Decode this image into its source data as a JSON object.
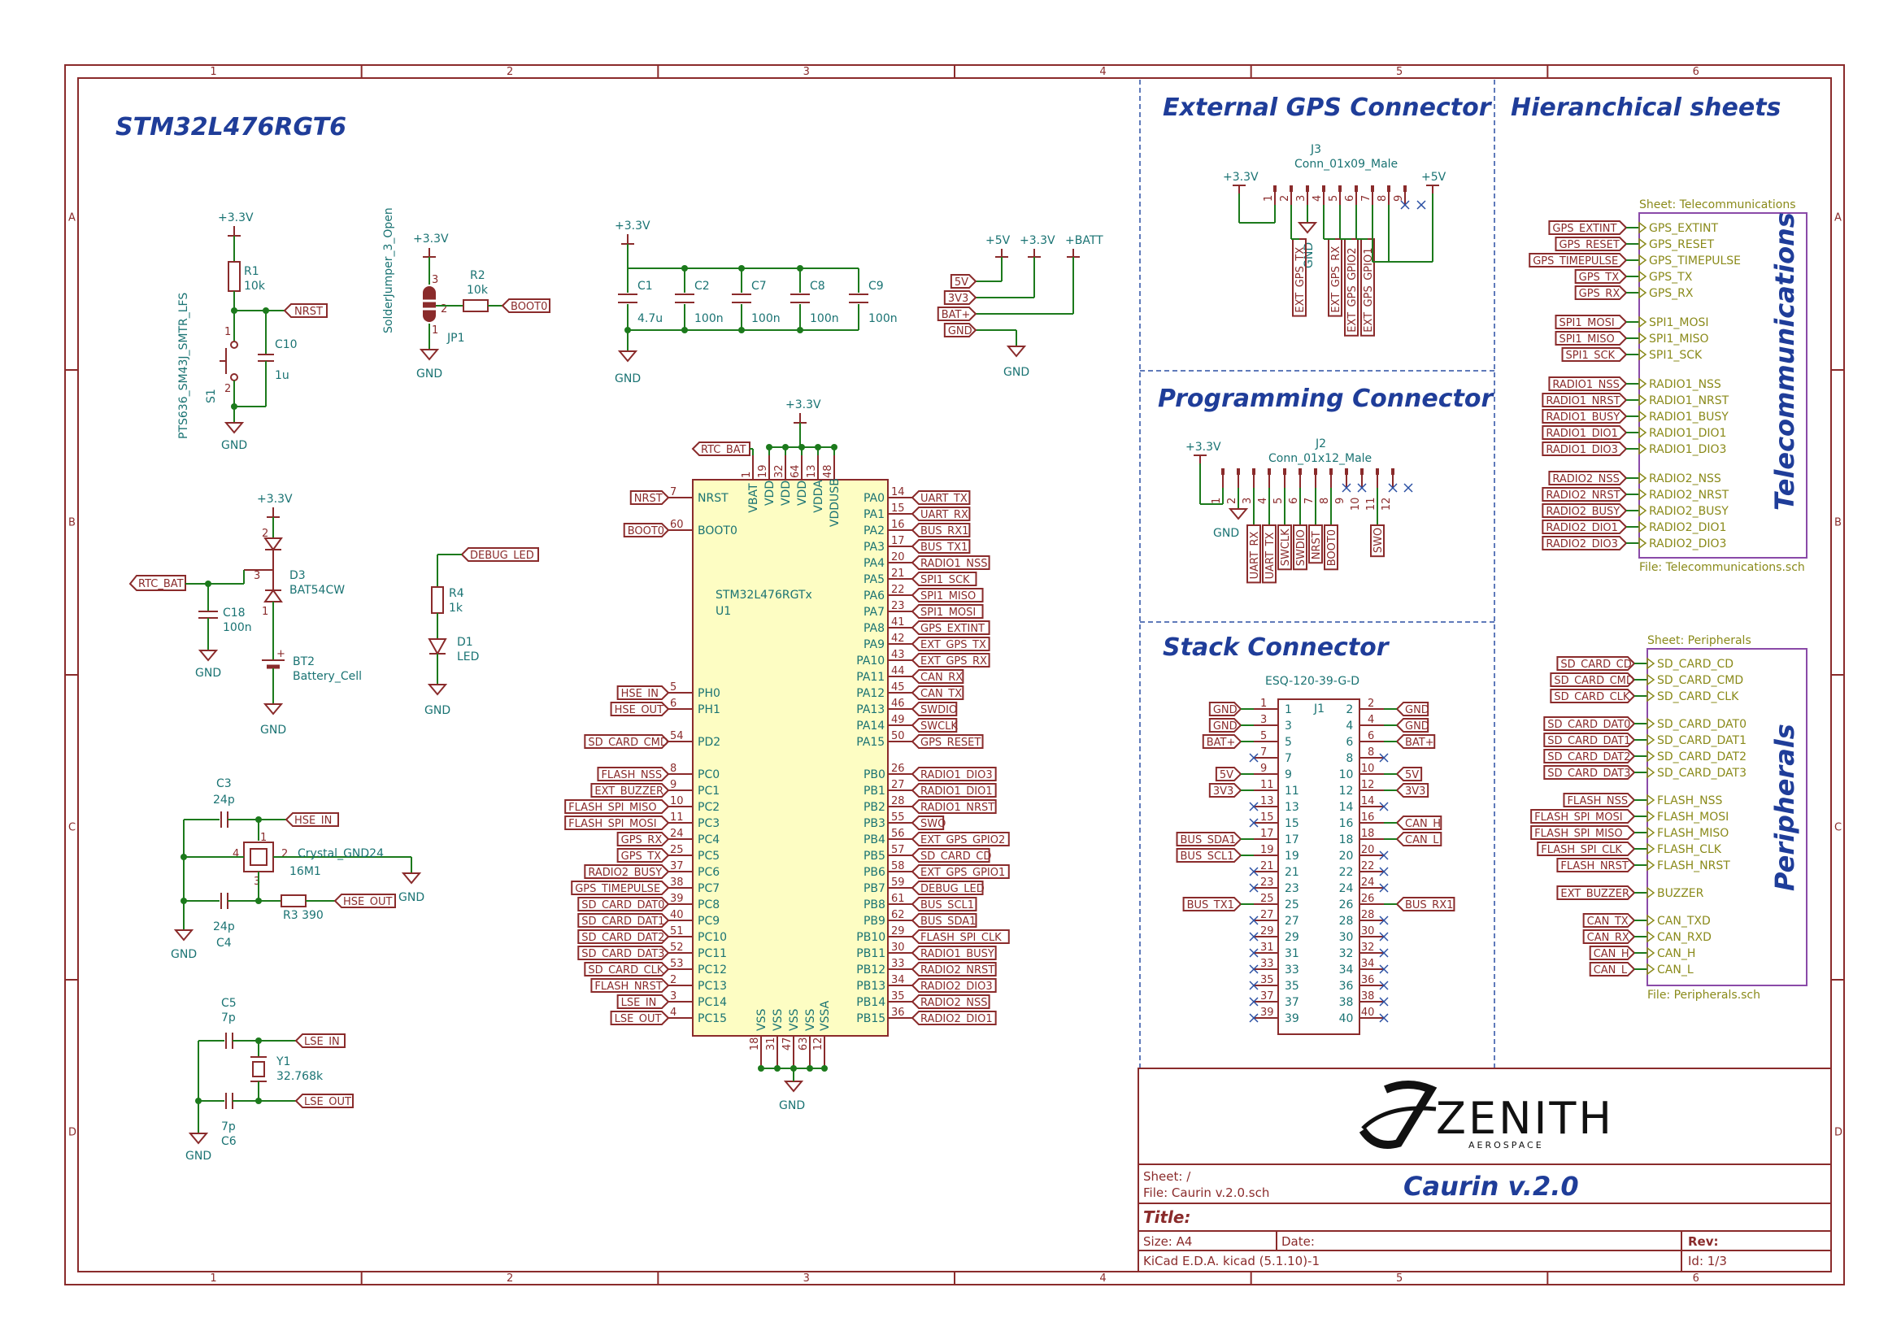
{
  "sheet": {
    "cols": [
      "1",
      "2",
      "3",
      "4",
      "5",
      "6"
    ],
    "rows": [
      "A",
      "B",
      "C",
      "D"
    ]
  },
  "sections": {
    "mcu": "STM32L476RGT6",
    "gps": "External GPS Connector",
    "prog": "Programming Connector",
    "stack": "Stack Connector",
    "hier": "Hieranchical sheets"
  },
  "power": {
    "p33": "+3.3V",
    "p5": "+5V",
    "pbatt": "+BATT",
    "gnd": "GND"
  },
  "reset": {
    "r1_ref": "R1",
    "r1_val": "10k",
    "c10_ref": "C10",
    "c10_val": "1u",
    "s1_ref": "S1",
    "s1_val": "PTS636_SM43J_SMTR_LFS",
    "net": "NRST"
  },
  "boot": {
    "jp_ref": "JP1",
    "jp_val": "SolderJumper_3_Open",
    "r2_ref": "R2",
    "r2_val": "10k",
    "net": "BOOT0"
  },
  "decoupling": {
    "caps": [
      {
        "ref": "C1",
        "val": "4.7u"
      },
      {
        "ref": "C2",
        "val": "100n"
      },
      {
        "ref": "C7",
        "val": "100n"
      },
      {
        "ref": "C8",
        "val": "100n"
      },
      {
        "ref": "C9",
        "val": "100n"
      }
    ]
  },
  "pwrconn": {
    "labels": [
      "5V",
      "3V3",
      "BAT+",
      "GND"
    ]
  },
  "rtc": {
    "net": "RTC_BAT",
    "d3_ref": "D3",
    "d3_val": "BAT54CW",
    "c18_ref": "C18",
    "c18_val": "100n",
    "bt2_ref": "BT2",
    "bt2_val": "Battery_Cell"
  },
  "led": {
    "net": "DEBUG_LED",
    "r4_ref": "R4",
    "r4_val": "1k",
    "d1_ref": "D1",
    "d1_val": "LED"
  },
  "hse": {
    "c3_ref": "C3",
    "c3_val": "24p",
    "c4_ref": "C4",
    "c4_val": "24p",
    "y_ref": "Crystal_GND24",
    "y_val": "16M1",
    "r3": "R3 390",
    "in": "HSE_IN",
    "out": "HSE_OUT"
  },
  "lse": {
    "c5_ref": "C5",
    "c5_val": "7p",
    "c6_ref": "C6",
    "c6_val": "7p",
    "y1_ref": "Y1",
    "y1_val": "32.768k",
    "in": "LSE_IN",
    "out": "LSE_OUT"
  },
  "mcu": {
    "ref": "U1",
    "val": "STM32L476RGTx",
    "top_pins": [
      {
        "num": "1",
        "name": "VBAT"
      },
      {
        "num": "19",
        "name": "VDD"
      },
      {
        "num": "32",
        "name": "VDD"
      },
      {
        "num": "64",
        "name": "VDD"
      },
      {
        "num": "13",
        "name": "VDDA"
      },
      {
        "num": "48",
        "name": "VDDUSB"
      }
    ],
    "bottom_pins": [
      {
        "num": "18",
        "name": "VSS"
      },
      {
        "num": "31",
        "name": "VSS"
      },
      {
        "num": "47",
        "name": "VSS"
      },
      {
        "num": "63",
        "name": "VSS"
      },
      {
        "num": "12",
        "name": "VSSA"
      }
    ],
    "left_pins": [
      {
        "num": "7",
        "name": "NRST",
        "net": "NRST"
      },
      {
        "num": "60",
        "name": "BOOT0",
        "net": "BOOT0"
      },
      {
        "num": "5",
        "name": "PH0",
        "net": "HSE_IN"
      },
      {
        "num": "6",
        "name": "PH1",
        "net": "HSE_OUT"
      },
      {
        "num": "54",
        "name": "PD2",
        "net": "SD_CARD_CMD"
      },
      {
        "num": "8",
        "name": "PC0",
        "net": "FLASH_NSS"
      },
      {
        "num": "9",
        "name": "PC1",
        "net": "EXT_BUZZER"
      },
      {
        "num": "10",
        "name": "PC2",
        "net": "FLASH_SPI_MISO"
      },
      {
        "num": "11",
        "name": "PC3",
        "net": "FLASH_SPI_MOSI"
      },
      {
        "num": "24",
        "name": "PC4",
        "net": "GPS_RX"
      },
      {
        "num": "25",
        "name": "PC5",
        "net": "GPS_TX"
      },
      {
        "num": "37",
        "name": "PC6",
        "net": "RADIO2_BUSY"
      },
      {
        "num": "38",
        "name": "PC7",
        "net": "GPS_TIMEPULSE"
      },
      {
        "num": "39",
        "name": "PC8",
        "net": "SD_CARD_DAT0"
      },
      {
        "num": "40",
        "name": "PC9",
        "net": "SD_CARD_DAT1"
      },
      {
        "num": "51",
        "name": "PC10",
        "net": "SD_CARD_DAT2"
      },
      {
        "num": "52",
        "name": "PC11",
        "net": "SD_CARD_DAT3"
      },
      {
        "num": "53",
        "name": "PC12",
        "net": "SD_CARD_CLK"
      },
      {
        "num": "2",
        "name": "PC13",
        "net": "FLASH_NRST"
      },
      {
        "num": "3",
        "name": "PC14",
        "net": "LSE_IN"
      },
      {
        "num": "4",
        "name": "PC15",
        "net": "LSE_OUT"
      }
    ],
    "right_pins": [
      {
        "num": "14",
        "name": "PA0",
        "net": "UART_TX"
      },
      {
        "num": "15",
        "name": "PA1",
        "net": "UART_RX"
      },
      {
        "num": "16",
        "name": "PA2",
        "net": "BUS_RX1"
      },
      {
        "num": "17",
        "name": "PA3",
        "net": "BUS_TX1"
      },
      {
        "num": "20",
        "name": "PA4",
        "net": "RADIO1_NSS"
      },
      {
        "num": "21",
        "name": "PA5",
        "net": "SPI1_SCK"
      },
      {
        "num": "22",
        "name": "PA6",
        "net": "SPI1_MISO"
      },
      {
        "num": "23",
        "name": "PA7",
        "net": "SPI1_MOSI"
      },
      {
        "num": "41",
        "name": "PA8",
        "net": "GPS_EXTINT"
      },
      {
        "num": "42",
        "name": "PA9",
        "net": "EXT_GPS_TX"
      },
      {
        "num": "43",
        "name": "PA10",
        "net": "EXT_GPS_RX"
      },
      {
        "num": "44",
        "name": "PA11",
        "net": "CAN_RX"
      },
      {
        "num": "45",
        "name": "PA12",
        "net": "CAN_TX"
      },
      {
        "num": "46",
        "name": "PA13",
        "net": "SWDIO"
      },
      {
        "num": "49",
        "name": "PA14",
        "net": "SWCLK"
      },
      {
        "num": "50",
        "name": "PA15",
        "net": "GPS_RESET"
      },
      {
        "num": "26",
        "name": "PB0",
        "net": "RADIO1_DIO3"
      },
      {
        "num": "27",
        "name": "PB1",
        "net": "RADIO1_DIO1"
      },
      {
        "num": "28",
        "name": "PB2",
        "net": "RADIO1_NRST"
      },
      {
        "num": "55",
        "name": "PB3",
        "net": "SWO"
      },
      {
        "num": "56",
        "name": "PB4",
        "net": "EXT_GPS_GPIO2"
      },
      {
        "num": "57",
        "name": "PB5",
        "net": "SD_CARD_CD"
      },
      {
        "num": "58",
        "name": "PB6",
        "net": "EXT_GPS_GPIO1"
      },
      {
        "num": "59",
        "name": "PB7",
        "net": "DEBUG_LED"
      },
      {
        "num": "61",
        "name": "PB8",
        "net": "BUS_SCL1"
      },
      {
        "num": "62",
        "name": "PB9",
        "net": "BUS_SDA1"
      },
      {
        "num": "29",
        "name": "PB10",
        "net": "FLASH_SPI_CLK"
      },
      {
        "num": "30",
        "name": "PB11",
        "net": "RADIO1_BUSY"
      },
      {
        "num": "33",
        "name": "PB12",
        "net": "RADIO2_NRST"
      },
      {
        "num": "34",
        "name": "PB13",
        "net": "RADIO2_DIO3"
      },
      {
        "num": "35",
        "name": "PB14",
        "net": "RADIO2_NSS"
      },
      {
        "num": "36",
        "name": "PB15",
        "net": "RADIO2_DIO1"
      }
    ]
  },
  "gpsconn": {
    "ref": "J3",
    "val": "Conn_01x09_Male",
    "pins": [
      "1",
      "2",
      "3",
      "4",
      "5",
      "6",
      "7",
      "8",
      "9"
    ],
    "labels": [
      "EXT_GPS_TX",
      "EXT_GPS_RX",
      "EXT_GPS_GPIO2",
      "EXT_GPS_GPIO1"
    ]
  },
  "progconn": {
    "ref": "J2",
    "val": "Conn_01x12_Male",
    "pins": [
      "1",
      "2",
      "3",
      "4",
      "5",
      "6",
      "7",
      "8",
      "9",
      "10",
      "11",
      "12"
    ],
    "labels": [
      "UART_RX",
      "UART_TX",
      "SWCLK",
      "SWDIO",
      "NRST",
      "BOOT0",
      "SWO"
    ]
  },
  "stackconn": {
    "ref": "J1",
    "val": "ESQ-120-39-G-D",
    "left_labels": [
      "GND",
      "GND",
      "BAT+",
      "",
      "5V",
      "3V3",
      "",
      "",
      "BUS_SDA1",
      "BUS_SCL1",
      "",
      "",
      "BUS_TX1",
      "",
      "",
      "",
      "",
      "",
      ""
    ],
    "right_labels": [
      "GND",
      "GND",
      "BAT+",
      "",
      "5V",
      "3V3",
      "",
      "CAN_H",
      "CAN_L",
      "",
      "",
      "",
      "BUS_RX1",
      "",
      "",
      "",
      "",
      "",
      ""
    ]
  },
  "telecom": {
    "sheet": "Sheet: Telecommunications",
    "file": "File: Telecommunications.sch",
    "title": "Telecommunications",
    "groups": [
      [
        "GPS_EXTINT",
        "GPS_RESET",
        "GPS_TIMEPULSE",
        "GPS_TX",
        "GPS_RX"
      ],
      [
        "SPI1_MOSI",
        "SPI1_MISO",
        "SPI1_SCK"
      ],
      [
        "RADIO1_NSS",
        "RADIO1_NRST",
        "RADIO1_BUSY",
        "RADIO1_DIO1",
        "RADIO1_DIO3"
      ],
      [
        "RADIO2_NSS",
        "RADIO2_NRST",
        "RADIO2_BUSY",
        "RADIO2_DIO1",
        "RADIO2_DIO3"
      ]
    ]
  },
  "periph": {
    "sheet": "Sheet: Peripherals",
    "file": "File: Peripherals.sch",
    "title": "Peripherals",
    "groups": [
      [
        [
          "SD_CARD_CD",
          "SD_CARD_CD"
        ],
        [
          "SD_CARD_CMD",
          "SD_CARD_CMD"
        ],
        [
          "SD_CARD_CLK",
          "SD_CARD_CLK"
        ]
      ],
      [
        [
          "SD_CARD_DAT0",
          "SD_CARD_DAT0"
        ],
        [
          "SD_CARD_DAT1",
          "SD_CARD_DAT1"
        ],
        [
          "SD_CARD_DAT2",
          "SD_CARD_DAT2"
        ],
        [
          "SD_CARD_DAT3",
          "SD_CARD_DAT3"
        ]
      ],
      [
        [
          "FLASH_NSS",
          "FLASH_NSS"
        ],
        [
          "FLASH_SPI_MOSI",
          "FLASH_MOSI"
        ],
        [
          "FLASH_SPI_MISO",
          "FLASH_MISO"
        ],
        [
          "FLASH_SPI_CLK",
          "FLASH_CLK"
        ],
        [
          "FLASH_NRST",
          "FLASH_NRST"
        ]
      ],
      [
        [
          "EXT_BUZZER",
          "BUZZER"
        ]
      ],
      [
        [
          "CAN_TX",
          "CAN_TXD"
        ],
        [
          "CAN_RX",
          "CAN_RXD"
        ],
        [
          "CAN_H",
          "CAN_H"
        ],
        [
          "CAN_L",
          "CAN_L"
        ]
      ]
    ]
  },
  "titleblock": {
    "logo": "ZENITH",
    "logo_sub": "AEROSPACE",
    "sheet": "Sheet: /",
    "file": "File: Caurin v.2.0.sch",
    "project": "Caurin v.2.0",
    "title": "Title:",
    "size": "Size: A4",
    "date": "Date:",
    "rev": "Rev:",
    "tool": "KiCad E.D.A.  kicad (5.1.10)-1",
    "id": "Id: 1/3"
  }
}
